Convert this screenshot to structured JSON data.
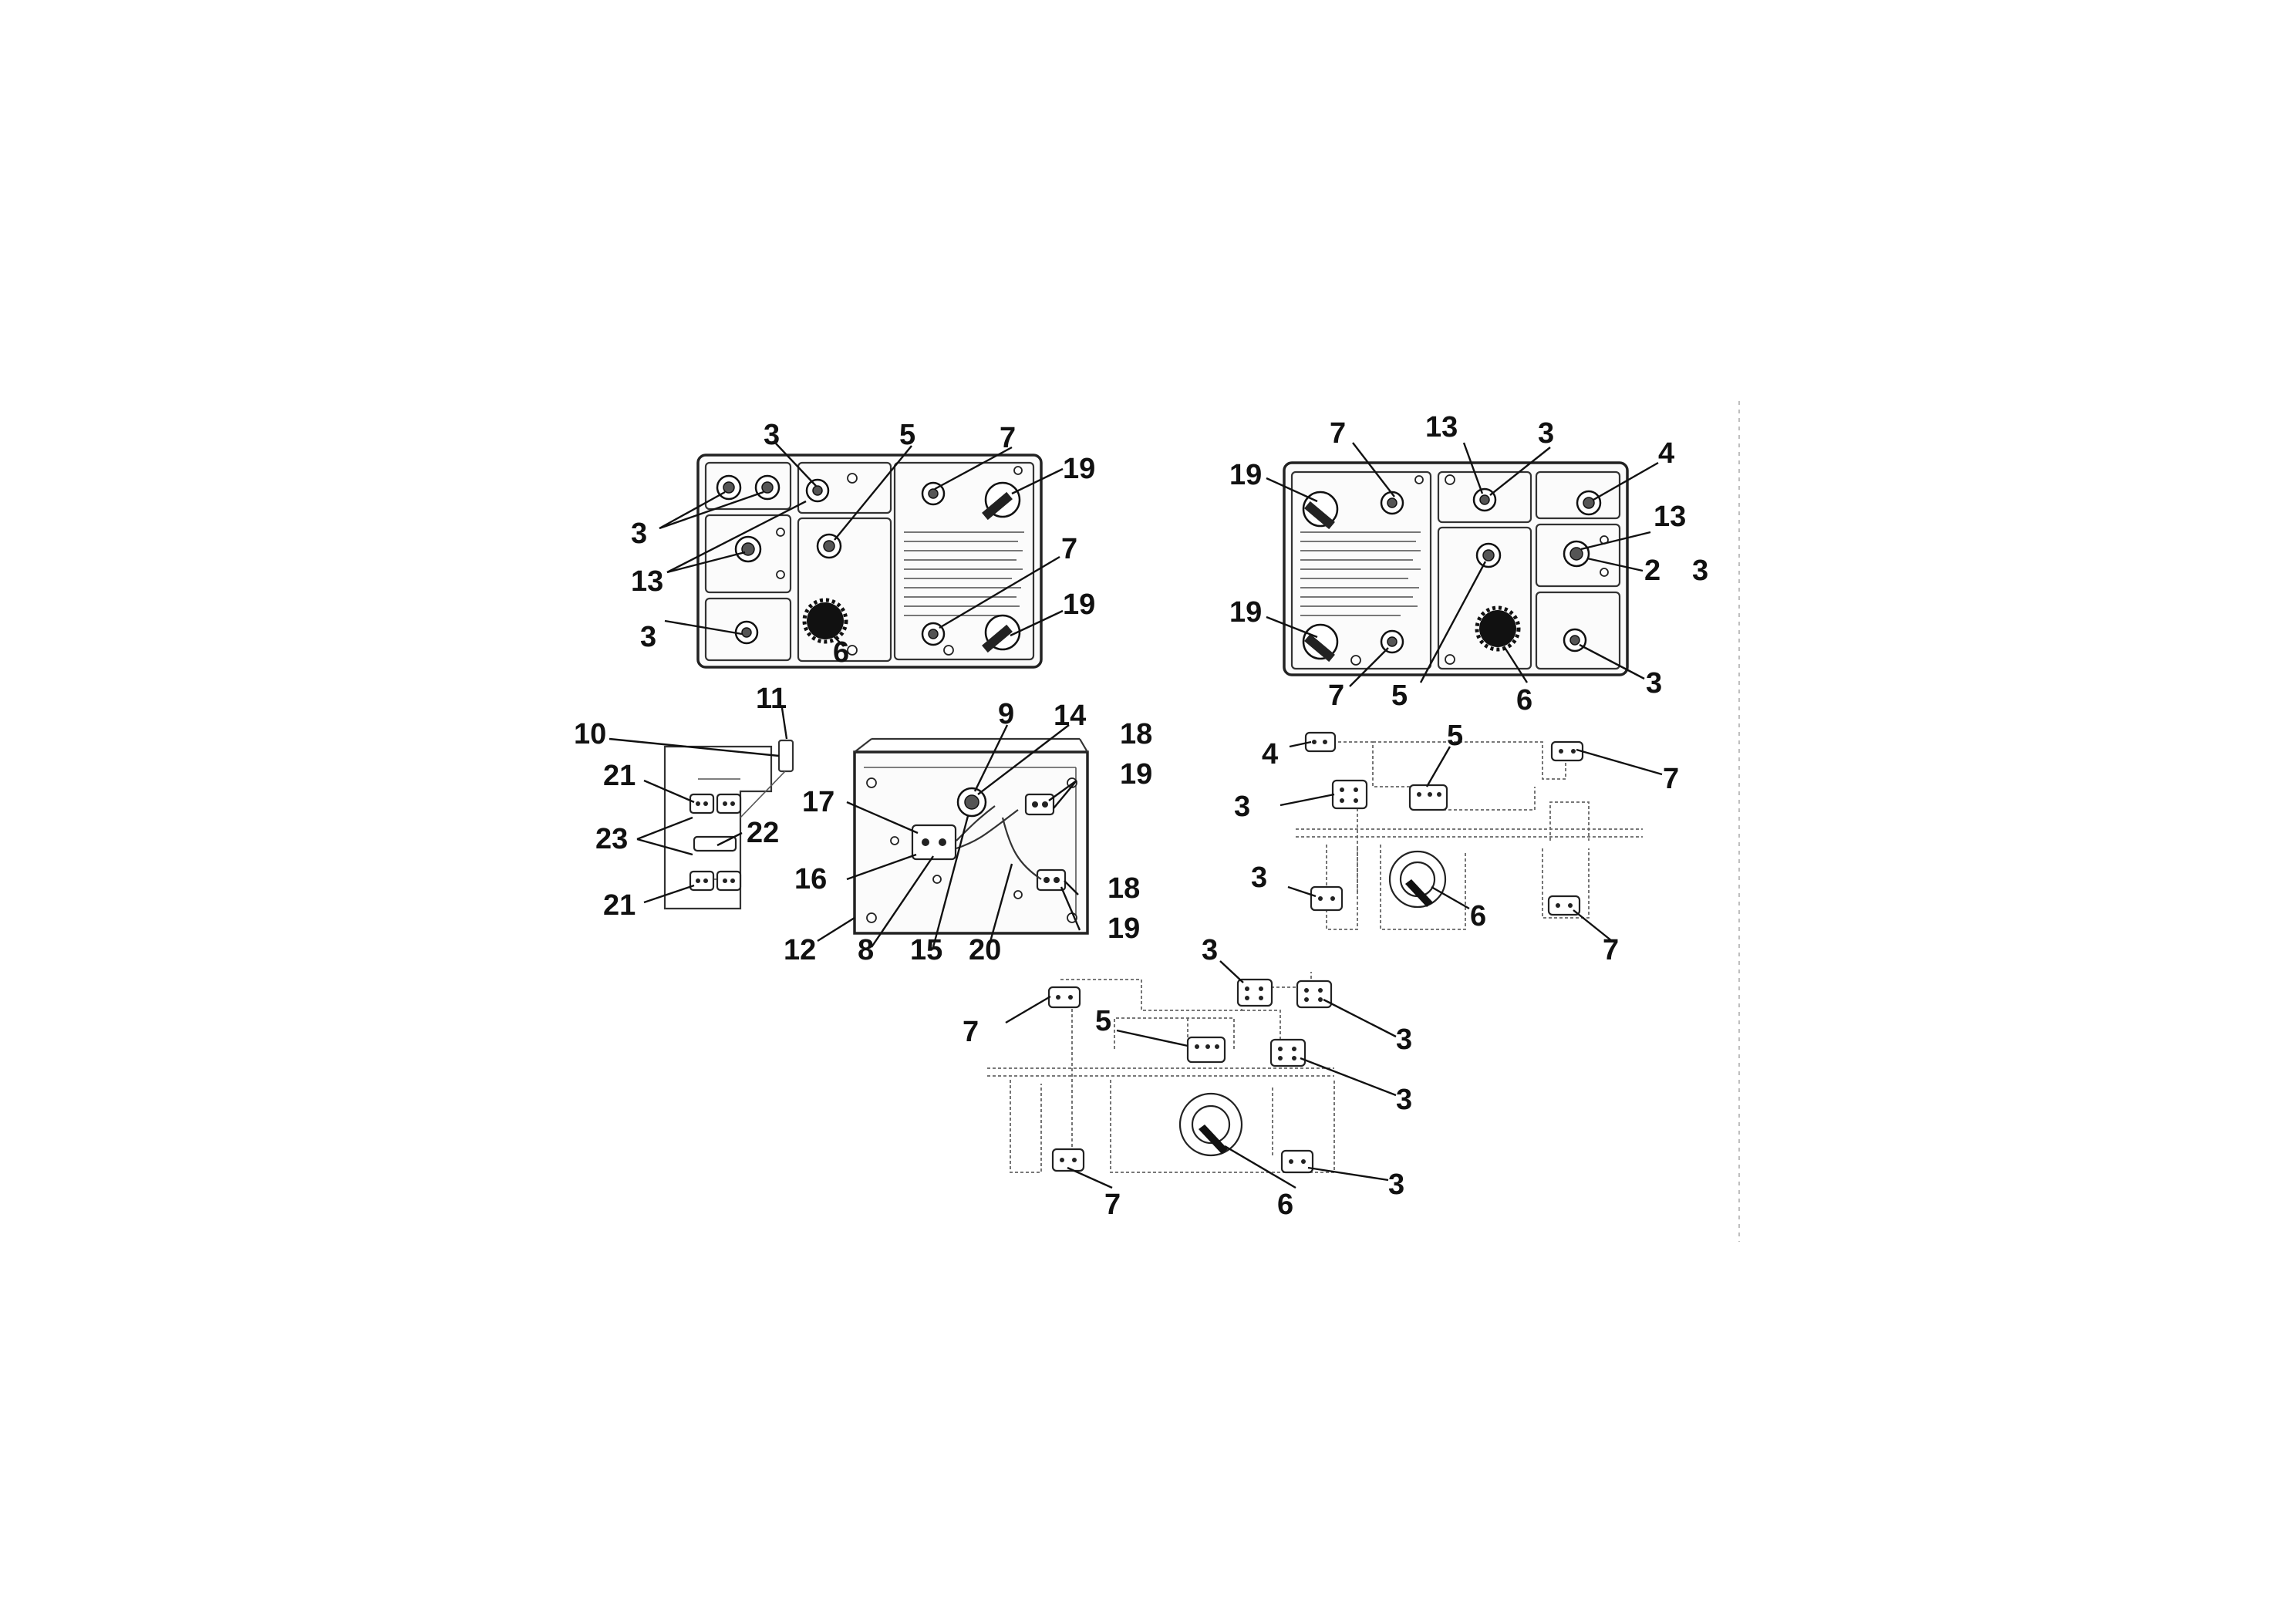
{
  "figure": {
    "background": "#ffffff",
    "ink": "#111111"
  },
  "views": [
    {
      "name": "control-box-front-a",
      "callouts": [
        "3",
        "5",
        "7",
        "19",
        "3",
        "13",
        "3",
        "6",
        "7",
        "19"
      ]
    },
    {
      "name": "control-box-front-b",
      "callouts": [
        "7",
        "13",
        "3",
        "4",
        "19",
        "13",
        "2",
        "3",
        "19",
        "3",
        "7",
        "5",
        "6"
      ]
    },
    {
      "name": "switch-bracket-side",
      "callouts": [
        "10",
        "11",
        "21",
        "23",
        "22",
        "21"
      ]
    },
    {
      "name": "control-box-interior",
      "callouts": [
        "9",
        "14",
        "18",
        "19",
        "17",
        "16",
        "18",
        "19",
        "12",
        "8",
        "15",
        "20"
      ]
    },
    {
      "name": "wiring-view-b",
      "callouts": [
        "4",
        "5",
        "7",
        "3",
        "3",
        "6",
        "7"
      ]
    },
    {
      "name": "wiring-view-a",
      "callouts": [
        "3",
        "7",
        "5",
        "3",
        "3",
        "6",
        "3"
      ]
    }
  ]
}
